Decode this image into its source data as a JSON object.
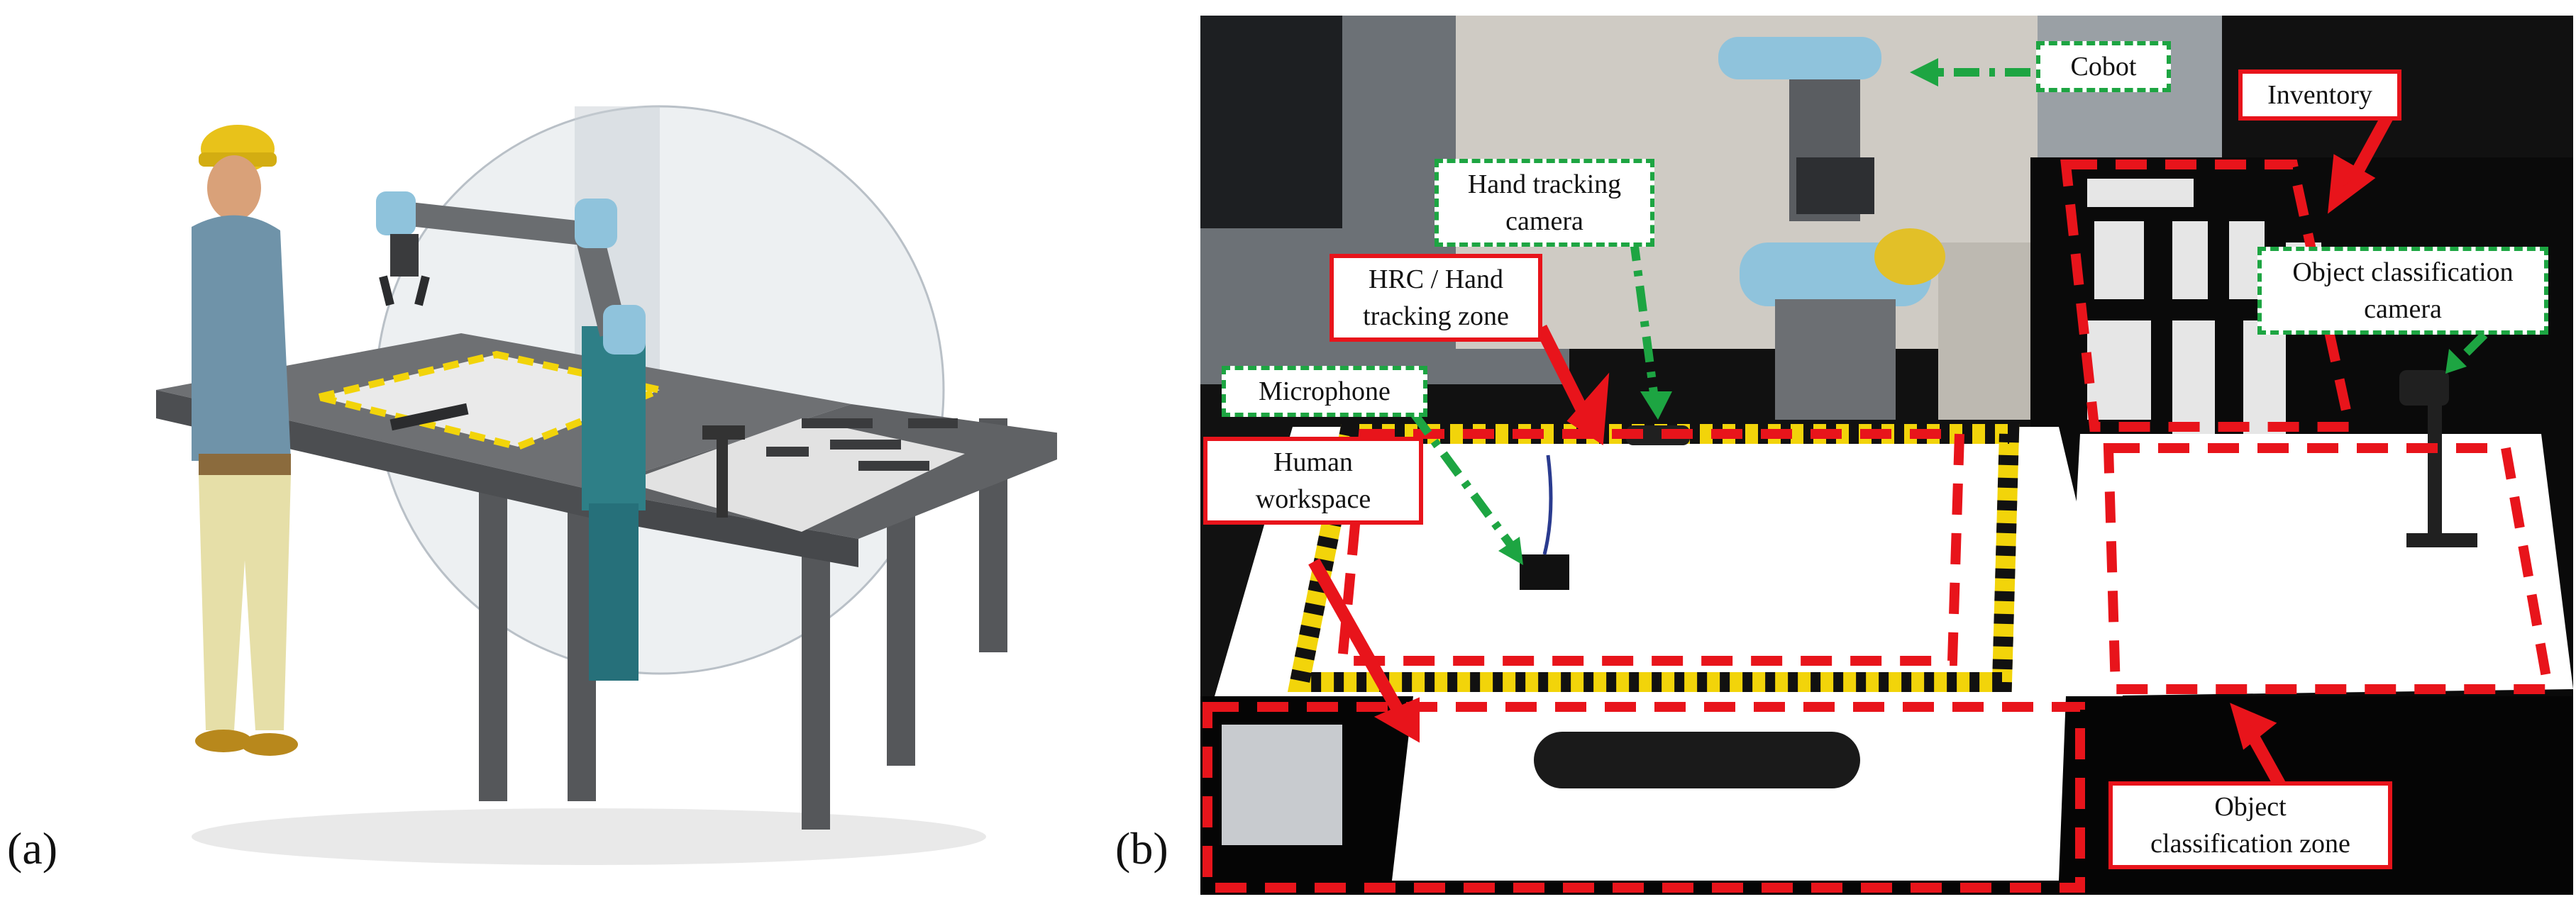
{
  "panels": {
    "a": {
      "label": "(a)"
    },
    "b": {
      "label": "(b)"
    }
  },
  "callouts": {
    "cobot": "Cobot",
    "inventory": "Inventory",
    "hand_tracking_camera": [
      "Hand tracking",
      "camera"
    ],
    "hrc_zone": [
      "HRC / Hand",
      "tracking zone"
    ],
    "object_classification_camera": [
      "Object classification",
      "camera"
    ],
    "microphone": "Microphone",
    "human_workspace": [
      "Human",
      "workspace"
    ],
    "object_classification_zone": [
      "Object",
      "classification zone"
    ]
  },
  "colors": {
    "zone_red": "#e8141b",
    "sensor_green": "#1da542",
    "hazard_yellow": "#f2d40a",
    "robot_blue": "#8fc3dc"
  }
}
